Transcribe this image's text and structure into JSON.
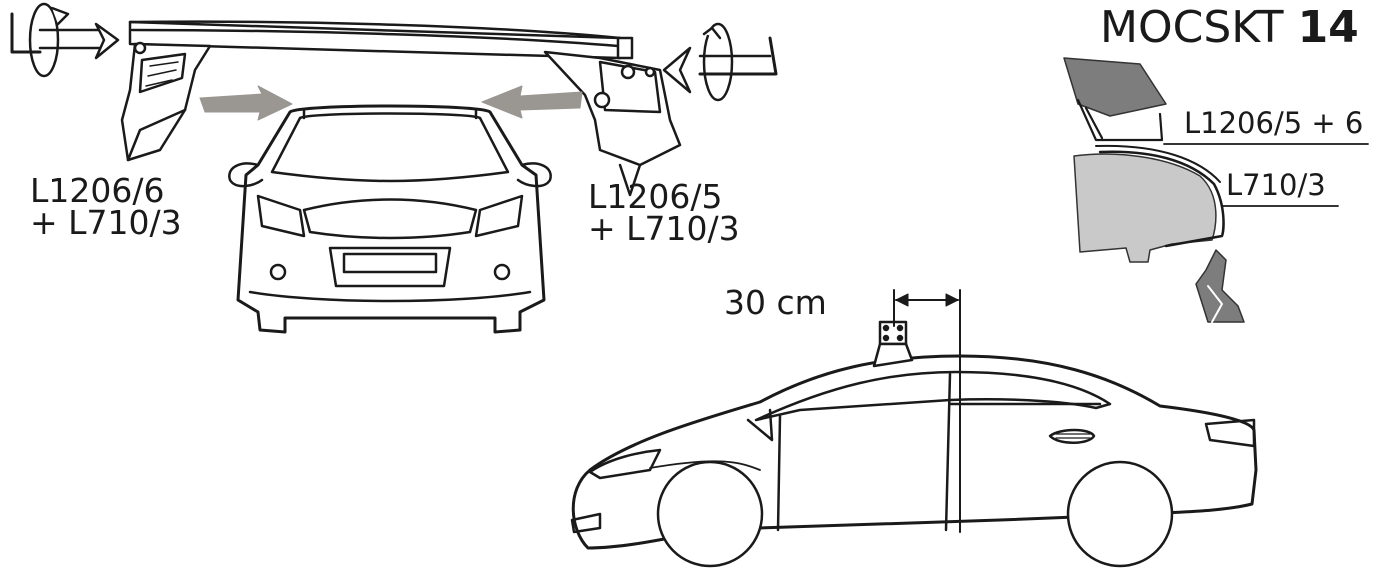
{
  "title": {
    "prefix": "MOCSKT",
    "number": "14"
  },
  "labels": {
    "left_bracket_line1": "L1206/6",
    "left_bracket_line2": "+ L710/3",
    "right_bracket_line1": "L1206/5",
    "right_bracket_line2": "+ L710/3",
    "distance": "30 cm",
    "detail_part_a": "L1206/5 + 6",
    "detail_part_b": "L710/3"
  },
  "icons": {
    "left_tool": "hex-key-rotate-icon",
    "right_tool": "hex-key-rotate-icon",
    "arrows": "insert-arrow-icon"
  },
  "colors": {
    "line": "#1a1a1a",
    "arrow_fill": "#9a9691",
    "panel_dark": "#7d7d7d",
    "panel_light": "#c9c9c9"
  }
}
